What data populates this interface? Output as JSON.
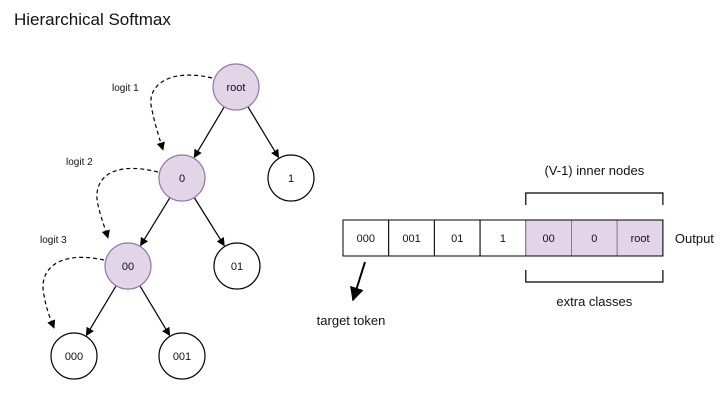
{
  "title": "Hierarchical Softmax",
  "colors": {
    "inner_node": "#e1d5e7",
    "inner_stroke": "#9673a6",
    "leaf": "#ffffff",
    "stroke": "#000000"
  },
  "tree": {
    "nodes": [
      {
        "id": "root",
        "label": "root",
        "kind": "inner"
      },
      {
        "id": "n0",
        "label": "0",
        "kind": "inner"
      },
      {
        "id": "n1",
        "label": "1",
        "kind": "leaf"
      },
      {
        "id": "n00",
        "label": "00",
        "kind": "inner"
      },
      {
        "id": "n01",
        "label": "01",
        "kind": "leaf"
      },
      {
        "id": "n000",
        "label": "000",
        "kind": "leaf"
      },
      {
        "id": "n001",
        "label": "001",
        "kind": "leaf"
      }
    ],
    "edges": [
      {
        "from": "root",
        "to": "n0"
      },
      {
        "from": "root",
        "to": "n1"
      },
      {
        "from": "n0",
        "to": "n00"
      },
      {
        "from": "n0",
        "to": "n01"
      },
      {
        "from": "n00",
        "to": "n000"
      },
      {
        "from": "n00",
        "to": "n001"
      }
    ],
    "logits": [
      {
        "label": "logit 1"
      },
      {
        "label": "logit 2"
      },
      {
        "label": "logit 3"
      }
    ]
  },
  "output": {
    "cells": [
      {
        "label": "000",
        "kind": "class"
      },
      {
        "label": "001",
        "kind": "class"
      },
      {
        "label": "01",
        "kind": "class"
      },
      {
        "label": "1",
        "kind": "class"
      },
      {
        "label": "00",
        "kind": "inner"
      },
      {
        "label": "0",
        "kind": "inner"
      },
      {
        "label": "root",
        "kind": "inner"
      }
    ],
    "output_label": "Output",
    "top_bracket_label": "(V-1) inner nodes",
    "bottom_bracket_label": "extra classes",
    "target_label": "target token"
  }
}
